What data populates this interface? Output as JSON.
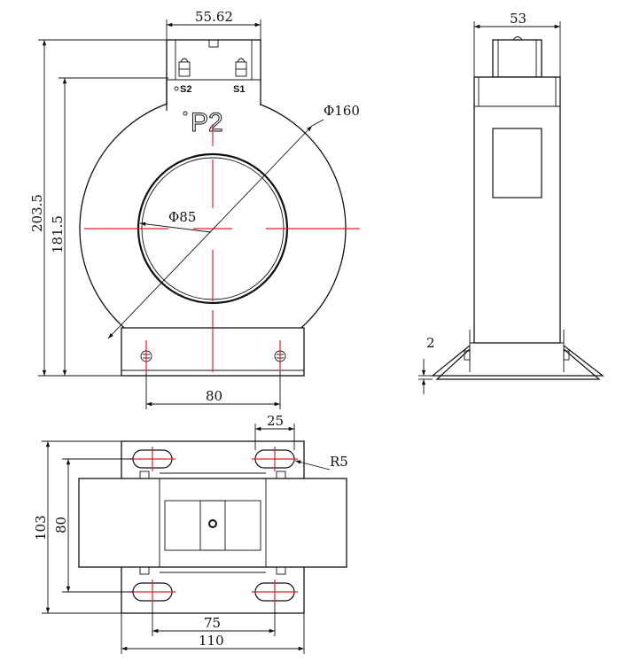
{
  "front_view": {
    "dim_top_width": "55.62",
    "dim_overall_height": "203.5",
    "dim_window_height": "181.5",
    "dim_outer_diameter": "Φ160",
    "dim_inner_diameter": "Φ85",
    "dim_base_holes": "80",
    "terminal_s2": "S2",
    "terminal_s1": "S1",
    "marking_p2": "P2"
  },
  "side_view": {
    "dim_width": "53",
    "dim_base_thickness": "2"
  },
  "bottom_view": {
    "dim_slot_length": "25",
    "dim_slot_radius": "R5",
    "dim_overall_depth": "103",
    "dim_slot_spacing_vertical": "80",
    "dim_slot_spacing_horizontal": "75",
    "dim_overall_width": "110"
  },
  "colors": {
    "line": "#111111",
    "centerline": "#e0202a"
  }
}
